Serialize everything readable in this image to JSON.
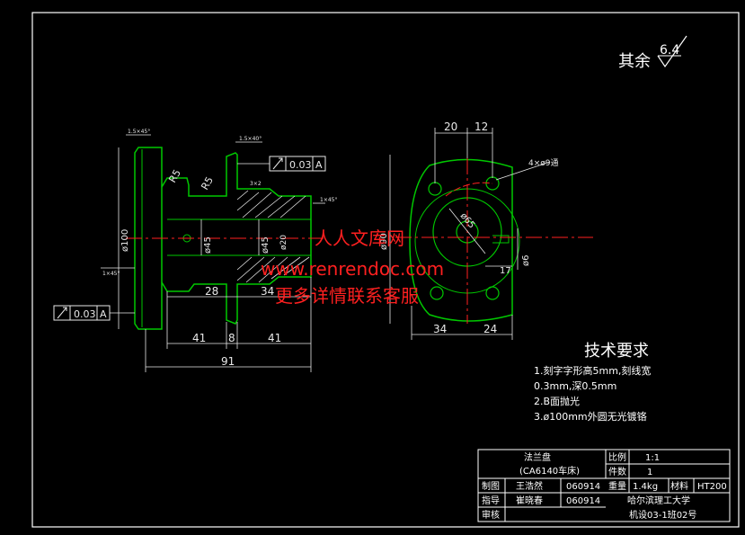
{
  "colors": {
    "background": "#000000",
    "frame": "#ffffff",
    "part": "#00c800",
    "center": "#ff2020",
    "dim": "#e8e8e8",
    "watermark": "#ff2020"
  },
  "roughness": {
    "label": "其余",
    "value": "6.4"
  },
  "left_view": {
    "chamfer_top_left": "1.5×45°",
    "chamfer_top_mid": "1.5×40°",
    "chamfer_left_bottom": "1×45°",
    "chamfer_right": "1×45°",
    "groove": "3×2",
    "radius_1": "R5",
    "radius_2": "R5",
    "dia_outer": "ø100",
    "dia_hub_1": "ø45",
    "dia_hub_2": "ø45",
    "dia_bore": "ø20",
    "dim_28": "28",
    "dim_34": "34",
    "dim_41a": "41",
    "dim_8": "8",
    "dim_41b": "41",
    "dim_91": "91",
    "tol_top": "0.03",
    "tol_top_ref": "A",
    "tol_left": "0.03",
    "tol_left_ref": "A"
  },
  "right_view": {
    "dim_20": "20",
    "dim_12": "12",
    "holes": "4×ø9通",
    "dim_90": "ø90",
    "dim_65": "ø65",
    "dim_6": "ø6",
    "dim_17": "17",
    "dim_34": "34",
    "dim_24": "24"
  },
  "watermark": {
    "line1": "人人文库网",
    "line2": "www.renrendoc.com",
    "line3": "更多详情联系客服"
  },
  "notes": {
    "title": "技术要求",
    "items": [
      "1.刻字字形高5mm,刻线宽",
      "0.3mm,深0.5mm",
      "2.B面抛光",
      "3.ø100mm外圆无光镀铬"
    ]
  },
  "title_block": {
    "part_name": "法兰盘",
    "part_code": "(CA6140车床)",
    "scale_label": "比例",
    "scale_value": "1:1",
    "count_label": "件数",
    "count_value": "1",
    "drawn_label": "制图",
    "drawn_name": "王浩然",
    "drawn_date": "060914",
    "weight_label": "重量",
    "weight_value": "1.4kg",
    "material_label": "材料",
    "material_value": "HT200",
    "guide_label": "指导",
    "guide_name": "崔晓春",
    "guide_date": "060914",
    "school": "哈尔滨理工大学",
    "review_label": "审核",
    "class": "机设03-1班02号"
  }
}
